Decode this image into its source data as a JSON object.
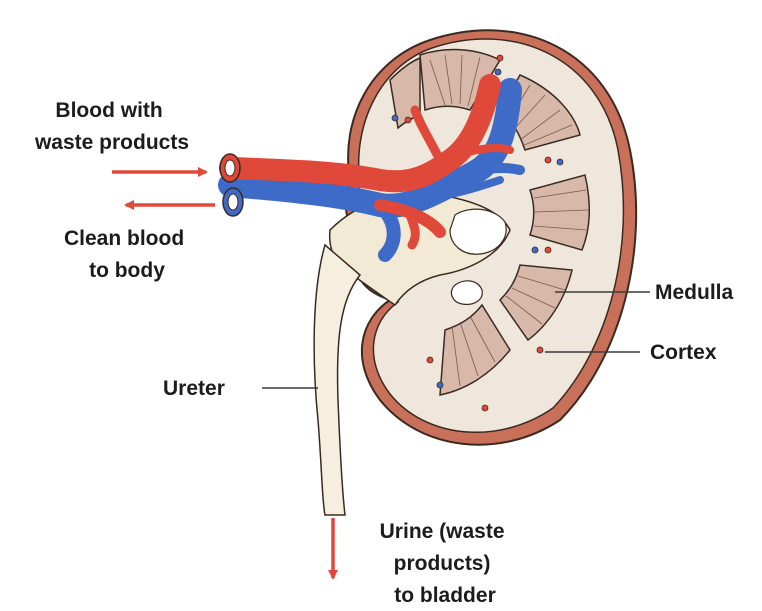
{
  "labels": {
    "blood_in": [
      "Blood with",
      "waste products"
    ],
    "blood_out": [
      "Clean blood",
      "to body"
    ],
    "medulla": "Medulla",
    "cortex": "Cortex",
    "ureter": "Ureter",
    "urine": [
      "Urine (waste",
      "products)",
      "to bladder"
    ]
  },
  "colors": {
    "artery": "#e0483a",
    "vein": "#3f6bc8",
    "cortex_fill": "#efe6dc",
    "capsule": "#c9705a",
    "pyramid": "#d8b8a8",
    "pelvis": "#f3ead6",
    "ureter": "#f6efe0",
    "arrow": "#e0483a"
  }
}
